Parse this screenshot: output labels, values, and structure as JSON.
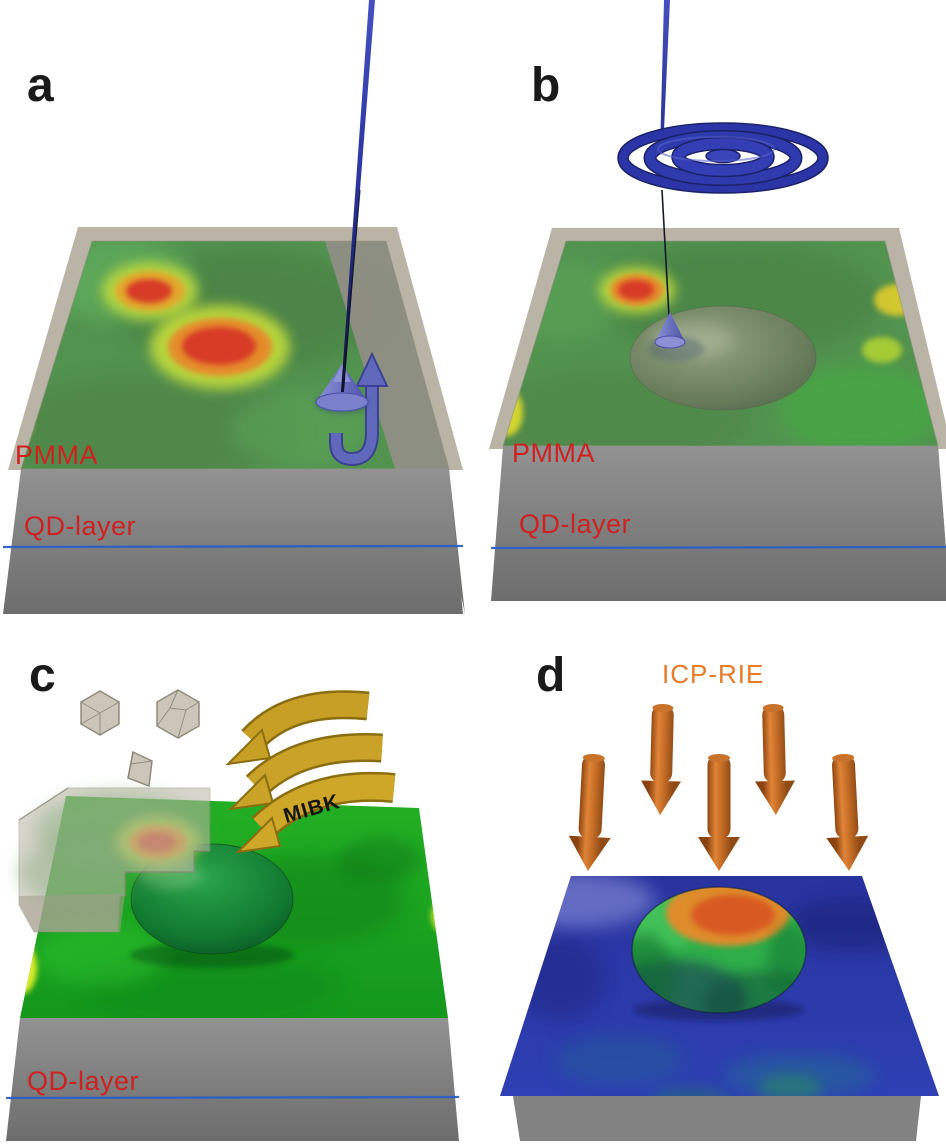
{
  "figure_labels": {
    "panel_a": "a",
    "panel_b": "b",
    "panel_c": "c",
    "panel_d": "d"
  },
  "annotations": {
    "panel_a": {
      "resist": "PMMA",
      "qd": "QD-layer"
    },
    "panel_b": {
      "resist": "PMMA",
      "qd": "QD-layer"
    },
    "panel_c": {
      "qd": "QD-layer",
      "developer": "MIBK"
    },
    "panel_d": {
      "process": "ICP-RIE"
    }
  },
  "colors": {
    "panel_letter_black": "#1a1a1a",
    "layer_label_red": "#cf2121",
    "electron_beam_blue": "#2e38ab",
    "dose_pattern_disk_blue": "#2b35a8",
    "scan_arrow_blue": "#6068bb",
    "mibk_arrow_gold": "#c79f24",
    "icp_rie_orange": "#e87a28",
    "icp_arrow_orange": "#d97a2e",
    "qd_line_blue": "#2b5fc7",
    "emission_map_green": "#4a9a4a",
    "hotspot_red": "#d83a28",
    "hotspot_yellow": "#e8d02a",
    "substrate_gray": "#848484",
    "pmma_rim_tan": "#b3ac9d",
    "developed_surface_green": "#17a21c",
    "lens_dome_green": "#157a2e",
    "etched_surface_blue": "#2b3aad"
  }
}
